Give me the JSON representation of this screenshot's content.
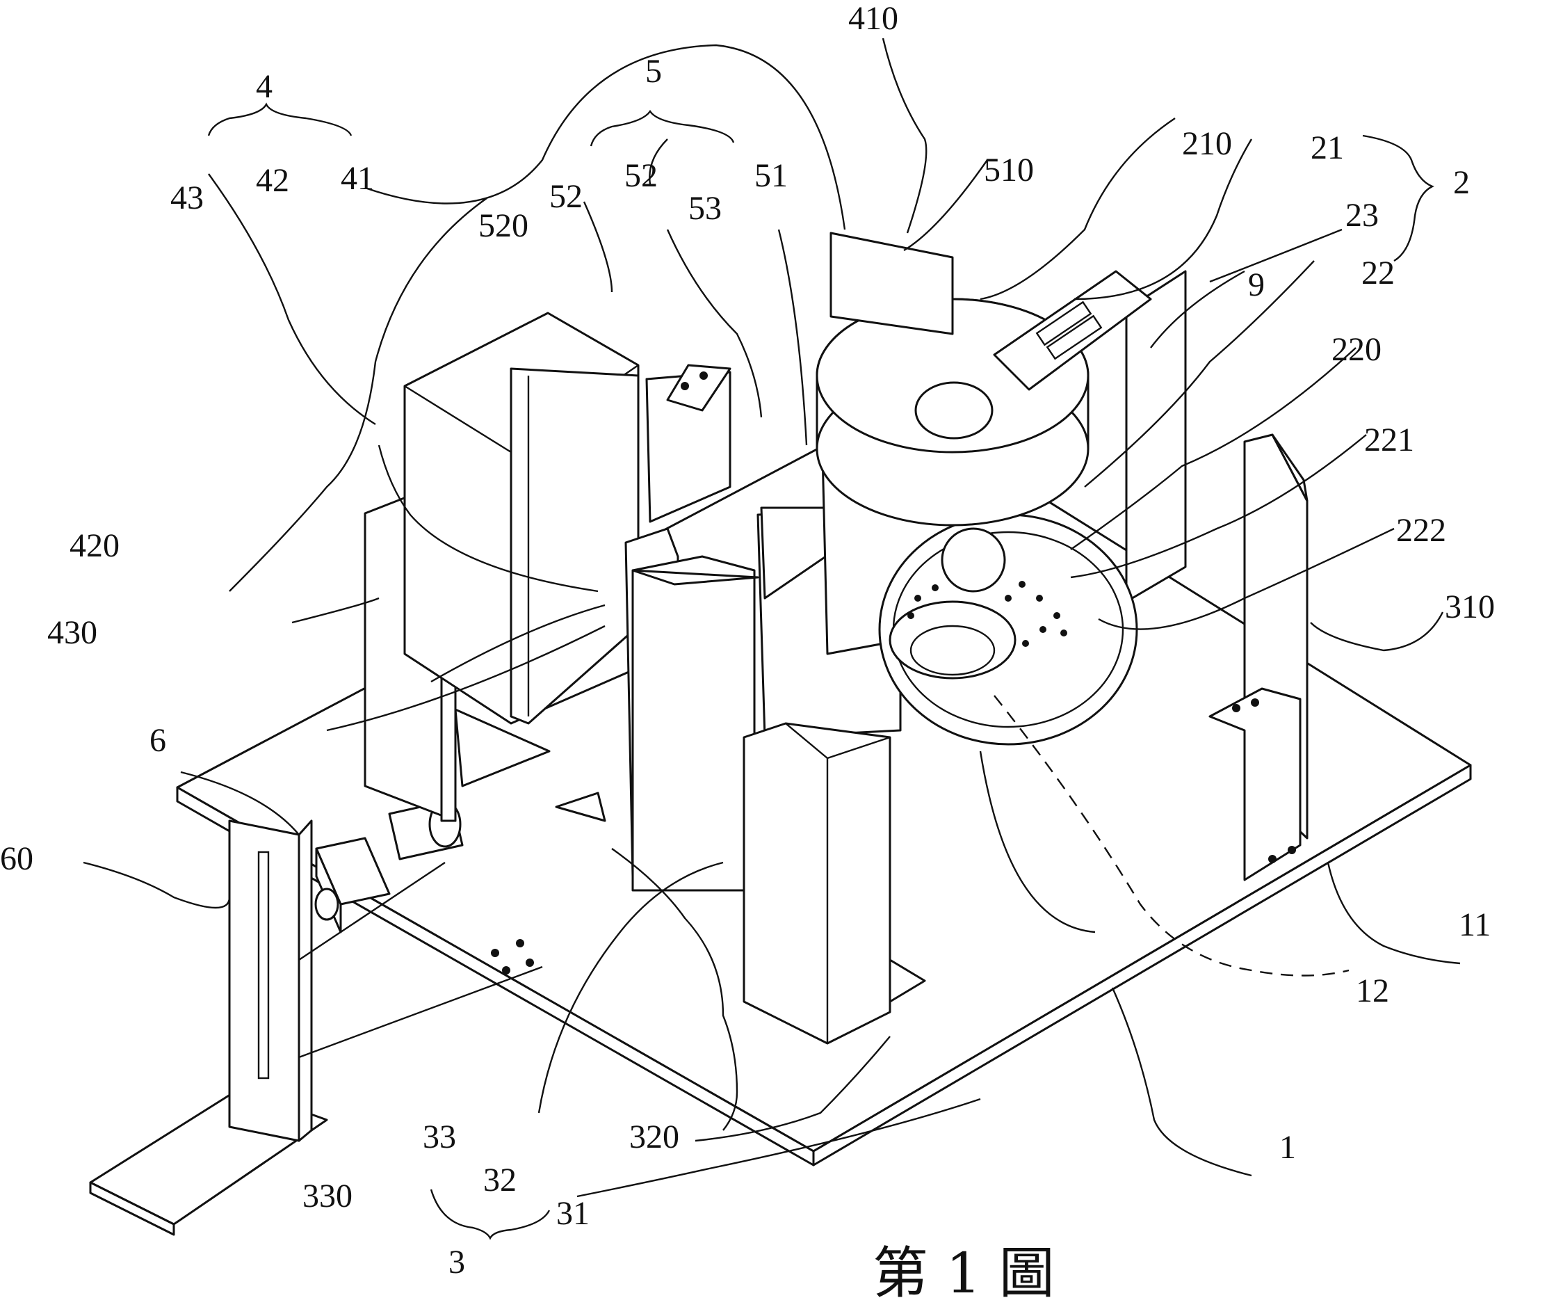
{
  "figure": {
    "caption": "第 1 圖",
    "labels": [
      "4",
      "41",
      "42",
      "43",
      "5",
      "52",
      "52",
      "53",
      "51",
      "520",
      "410",
      "510",
      "210",
      "21",
      "2",
      "23",
      "9",
      "22",
      "220",
      "221",
      "222",
      "310",
      "420",
      "430",
      "6",
      "60",
      "11",
      "12",
      "1",
      "320",
      "33",
      "32",
      "330",
      "3",
      "31"
    ]
  }
}
